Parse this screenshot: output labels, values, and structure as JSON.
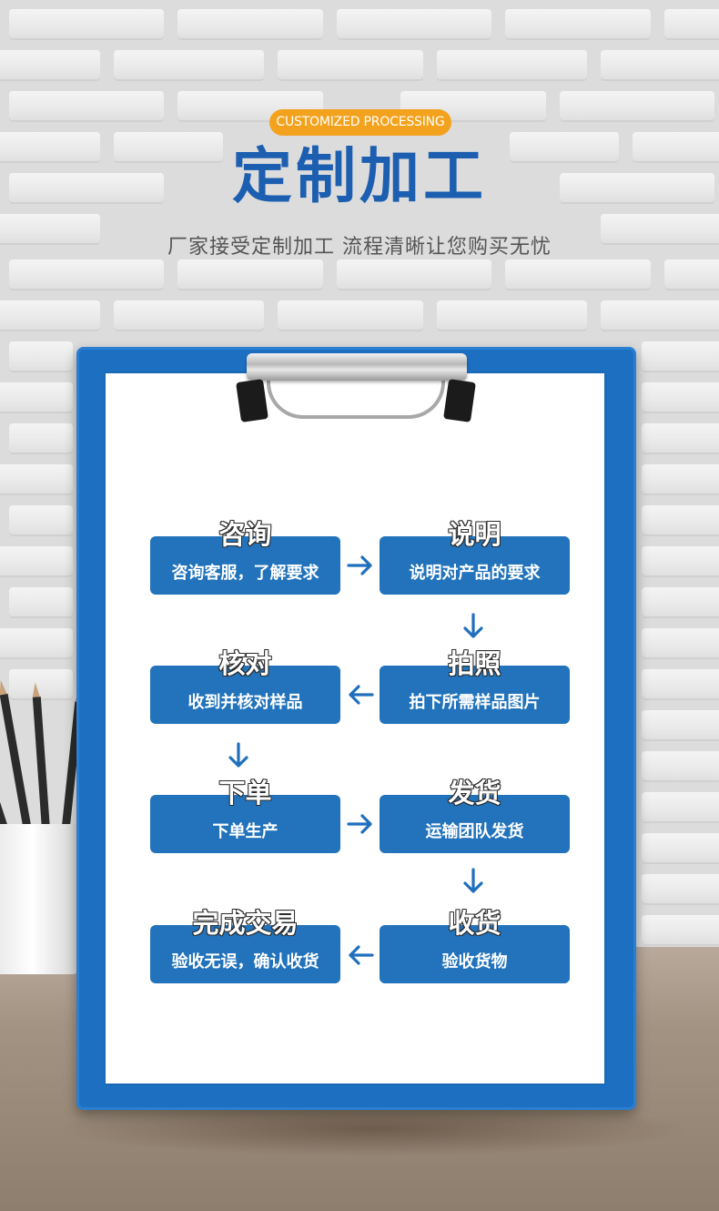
{
  "header": {
    "badge": "CUSTOMIZED PROCESSING",
    "title": "定制加工",
    "subtitle": "厂家接受定制加工  流程清晰让您购买无忧"
  },
  "steps": [
    {
      "title": "咨询",
      "desc": "咨询客服，了解要求"
    },
    {
      "title": "说明",
      "desc": "说明对产品的要求"
    },
    {
      "title": "拍照",
      "desc": "拍下所需样品图片"
    },
    {
      "title": "核对",
      "desc": "收到并核对样品"
    },
    {
      "title": "下单",
      "desc": "下单生产"
    },
    {
      "title": "发货",
      "desc": "运输团队发货"
    },
    {
      "title": "收货",
      "desc": "验收货物"
    },
    {
      "title": "完成交易",
      "desc": "验收无误，确认收货"
    }
  ],
  "colors": {
    "accent_blue": "#1c5eb0",
    "step_blue": "#2273bb",
    "badge_orange": "#f3a21d",
    "arrow_blue": "#1f6fbd"
  },
  "icons": {
    "arrow_right": "arrow-right-icon",
    "arrow_left": "arrow-left-icon",
    "arrow_down": "arrow-down-icon"
  }
}
